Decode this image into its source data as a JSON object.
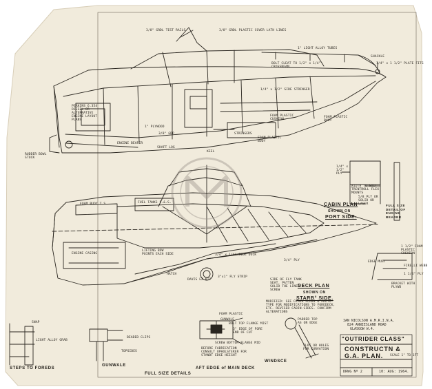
{
  "sheet": {
    "paper_color": "#f1ebdc",
    "ink_color": "#2a2620"
  },
  "title_block": {
    "designer": "IAN NICOLSON A.M.R.I.N.A.",
    "address_1": "824 ANNIESLAND ROAD",
    "address_2": "GLASGOW W.4.",
    "class_name": "\"OUTRIDER CLASS\"",
    "line_1": "CONSTRUCTN &",
    "line_2": "G.A. PLAN.",
    "scale": "SCALE 1\" TO 1FT",
    "drawing_no": "DRWG Nº 2",
    "date": "10: AUG: 1964."
  },
  "headings": {
    "cabin_plan_1": "CABIN PLAN",
    "cabin_plan_2": "SHOWN ON",
    "cabin_plan_3": "PORT SIDE.",
    "deck_plan_1": "DECK PLAN",
    "deck_plan_2": "SHOWN ON",
    "deck_plan_3": "STARB° SIDE.",
    "full_size_details": "FULL SIZE DETAILS",
    "aft_edge": "AFT EDGE of MAIN DECK",
    "steps": "STEPS TO FOREDS",
    "gunwale": "GUNWALE",
    "windsce": "WINDSCE",
    "full_size_engine": "FULL SIZE DETAIL OF ENGINE BEARER"
  },
  "profile_labels": {
    "l1": "3/8\" GRDL TEST RAILS",
    "l2": "3/8\" GRDL PLASTIC COVER LATH LINES",
    "l3": "1\" LIGHT ALLOY TUBES",
    "l4": "SHACKLE",
    "l5": "1/4\" x 1 1/2\" PLATE FITS",
    "l6": "BOLT CLEAT TO 1/2\" x 1/4\" CROSSBEAM",
    "l7": "FOAM PLASTIC BUOY",
    "l8": "PERKINS 6.354 DIESEL OR ALTERNATIVE ENGINE LAYOUT PLANS",
    "l9": "RUDDER BOWL STOCK",
    "l10": "SHAFT LOG",
    "l11": "FOAM PLASTIC CUSHION",
    "l12": "KEEL",
    "l13": "FOAM PLASTIC BUOY",
    "l14": "STRINGERS",
    "l15": "1/4\" x 1/2\" SIDE STRINGER",
    "l16": "1\" PLYWOOD",
    "l17": "3/8\" GRP",
    "l18": "ENGINE BEARER"
  },
  "deck_labels": {
    "d1": "FOAM BUOY T.S.",
    "d2": "FUEL TANKS P.&.S.",
    "d3": "ENGINE CASING",
    "d4": "LIFTING BOW POINTS EACH SIDE",
    "d5": "3/4\" x 1/4\" SIDE DECK",
    "d6": "3\"x1\" FLY STRIP",
    "d7": "SIDE OF FLY TANK SEAT. PATTEN SOLID THE LINED & SCREW",
    "d8": "DAVIS EX KIT",
    "d9": "HATCH",
    "d10": "3/4\" PLY"
  },
  "detail_labels": {
    "t1": "SNAP",
    "t2": "LIGHT ALLOY GRAB",
    "t3": "BEADED CLIPS",
    "t4": "TOPSIDES",
    "t5": "FOAM PLASTIC",
    "t6": "GUNWALE",
    "t7": "BOLT TOP FLANGE MIST",
    "t8": "3\" EDGE OF FORE END OF CUT",
    "t9": "SCREW BOTTOM FLANGE MID",
    "t10": "BEFORE FABRICATION CONSULT UPHOLSTERER FOR STANDT EDGE HEIGHT",
    "t11": "PADDED TOP AS ON EDGE",
    "t12": "SLOT OR HOLES FOR CURVATION",
    "t13": "MODIFIED: SEE OTHER PLANS & PROTO-TYPE FOR MODIFICATIONS TO FOREDECK, ETC. REVISED CABIN-SIDES. CONFIRM ALTERATIONS",
    "t14": "EDGE MUST",
    "t15": "1 1/2\" FOAM PLASTIC CUSHION",
    "t16": "FIRELLI WEBB",
    "t17": "1 1/4\" PLY",
    "t18": "BRACKET WITH PLYWD",
    "t19": "WIDTH TO SUIT TRENTROLL FLEX MOUNTS",
    "t20": "5/8 PLY OR SOLID OR LAGER",
    "t21": "1/4\" x 1/2\" PLY"
  }
}
